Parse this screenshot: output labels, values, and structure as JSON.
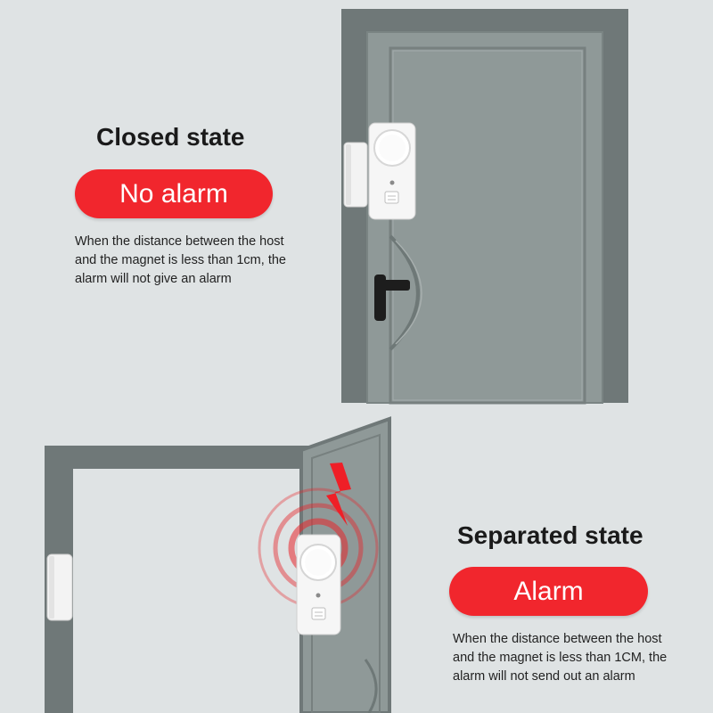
{
  "closed": {
    "title": "Closed state",
    "badge": "No alarm",
    "description_lines": [
      "When the distance between the host",
      "and the magnet is less than 1cm, the",
      "alarm will not give an alarm"
    ]
  },
  "separated": {
    "title": "Separated state",
    "badge": "Alarm",
    "description_lines": [
      "When the distance between the host",
      "and the magnet is less than 1CM, the",
      "alarm will not send out an alarm"
    ]
  },
  "colors": {
    "background": "#dfe3e4",
    "door_frame": "#6f7878",
    "door_panel": "#8f9998",
    "alarm_red": "#f1262d",
    "sensor_white": "#f5f5f5"
  }
}
